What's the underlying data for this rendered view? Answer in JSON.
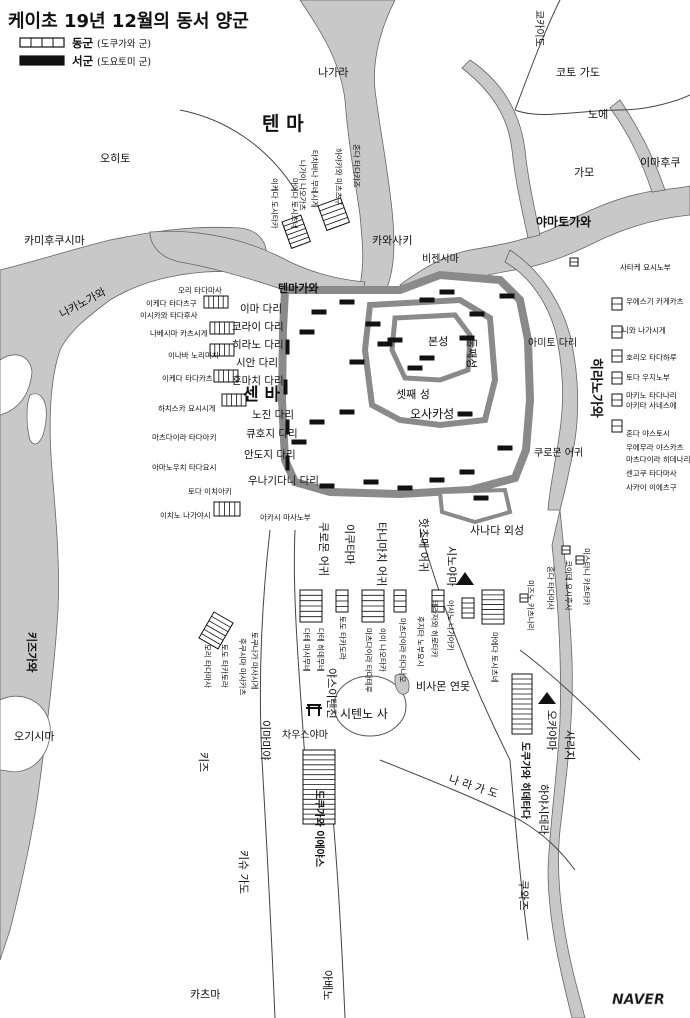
{
  "title": "케이초 19년 12월의 동서 양군",
  "legend": {
    "east": {
      "label": "동군",
      "note": "(도쿠가와 군)"
    },
    "west": {
      "label": "서군",
      "note": "(도요토미 군)"
    }
  },
  "watermark": "NAVER",
  "colors": {
    "water": "#c8c8c8",
    "road": "#ffffff",
    "roadEdge": "#555555",
    "land": "#ffffff",
    "castle": "#8a8a8a",
    "ink": "#111111"
  },
  "labels": {
    "tenma": "텐 마",
    "senba": "센 바",
    "nagara": "나가라",
    "oito": "오히토",
    "kamifukushima": "카미후쿠시마",
    "nakatsugawa": "나카노가와",
    "kawasaki": "카와사키",
    "bizenshima": "비젠시마",
    "tenmagawa": "텐마가와",
    "honmaru": "본성",
    "ninomaru": "둘째성",
    "sannomaru": "셋째 성",
    "osakajo": "오사카성",
    "imabashi": "이마 다리",
    "koraibashi": "코라이 다리",
    "hiranobashi": "히라노 다리",
    "shianbashi": "시안 다리",
    "honmachibashi": "혼마치 다리",
    "nojibashi": "노진 다리",
    "kyuhojibashi": "큐호지 다리",
    "andojibashi": "안도지 다리",
    "unagidanibashi": "우나기다니\n다리",
    "amitadanibashi": "아미토 다리",
    "kuromonguchi1": "쿠로몬\n어귀",
    "kuromonguchi2": "쿠로몬 어귀",
    "ikutamaguchi": "이쿠타마",
    "tanimachiguchi": "타니마치 어귀",
    "hacchomeguchi": "핫초메 어귀",
    "sanadamaru": "사나다 외성",
    "shinoyama": "시노야마",
    "yasuitenjin": "야스이텐진",
    "shitennoji": "시텐노 사",
    "bishamonike": "비사몬 연못",
    "chausuyama": "차우스야마",
    "okayama": "오카야마",
    "imamiya": "이마미야",
    "kizu": "키즈",
    "kishukaido": "키슈 가도",
    "naragado": "나 라 가 도",
    "habikino": "하야시데라",
    "sariji": "사리지",
    "kuwazu": "쿠와즈",
    "abeno": "아베노",
    "katama": "카츠마",
    "kizugawa": "키즈가와",
    "ogishima": "오기시마",
    "yamatogawa": "야마토가와",
    "hiranogawa": "히라노가와",
    "kotokaido": "코토 가도",
    "noe": "노에",
    "gamo": "가모",
    "imafukuro": "이마후쿠",
    "kyokaido": "쿄카이도",
    "tokugawa_ieyasu": "도쿠가와 이에야스",
    "tokugawa_hidetada": "도쿠가와 히데타다"
  },
  "commanders": {
    "west_bank": [
      "오리 타다마사",
      "이케다 타다츠구",
      "이시카와 타다후사",
      "나베시마 카츠시게",
      "이나바 노리미치",
      "이케다 타다카츠",
      "하치스카 요시시게",
      "마츠다이라 타다아키",
      "아마노우치 타다요시",
      "토다 이치아키",
      "이치노 나가야시",
      "아카시 마사노부"
    ],
    "north": [
      "이케다 도시타카",
      "마에다 토시츠네",
      "나가이 나오가츠",
      "타치바나 무네시게",
      "하야카와 미츠츠구",
      "혼다 타다카즈"
    ],
    "east": [
      "사타케 요시노부",
      "우에스기 카게카츠",
      "니와 나가시게",
      "호리오 타다하루",
      "토다 우지노부",
      "마키노 타다나리",
      "아키타 사네스에",
      "혼다 야스토시",
      "우에무라 야스카츠",
      "마츠다이라 히데나리",
      "센고쿠 타다마사",
      "사카이 이에츠구"
    ],
    "south_left": [
      "모리 타다마사",
      "토도 타카토라",
      "후쿠시마 마사카츠",
      "토쿠나가 마사시게"
    ],
    "south_mid": [
      "다테 마사무네",
      "다테 히데무네",
      "토도 타카도라",
      "마츠다이라 타다테루",
      "이이 나오타카",
      "마츠다이라 타다나오",
      "후지타 노부요시",
      "테라자와 히로타카",
      "아사노 나가아키",
      "마에다 토시츠네"
    ],
    "south_right": [
      "미즈노 카츠나리",
      "혼다 타다마사",
      "코이데 요시후사",
      "미스타니 카츠타카"
    ]
  }
}
